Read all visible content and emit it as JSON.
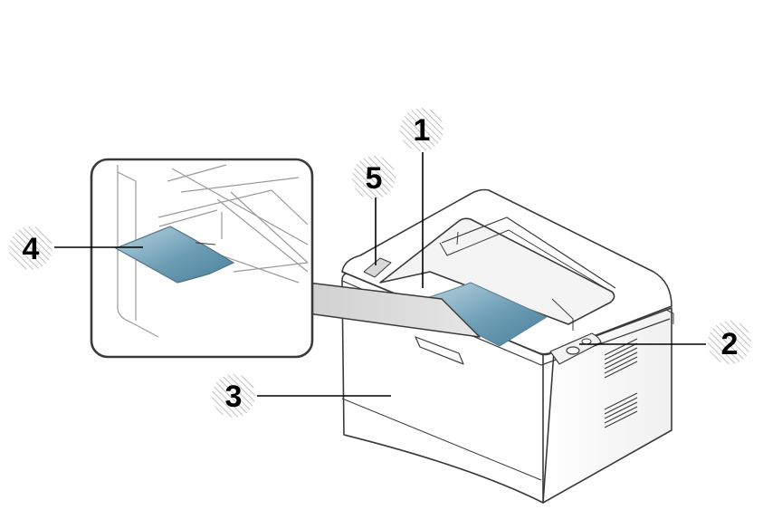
{
  "callouts": [
    {
      "number": "1"
    },
    {
      "number": "2"
    },
    {
      "number": "3"
    },
    {
      "number": "4"
    },
    {
      "number": "5"
    }
  ],
  "colors": {
    "outline": "#3a3a3a",
    "printer_body": "#ffffff",
    "printer_shadow": "#ececec",
    "paper_highlight": "#5b90aa",
    "paper_light": "#a9c9d8",
    "zoom_beam": "#d7d7d7",
    "hatch": "#b0b0b0"
  },
  "icons": [
    "hatched-badge-icon",
    "printer-illustration",
    "paper-icon",
    "vent-grille-icon"
  ]
}
